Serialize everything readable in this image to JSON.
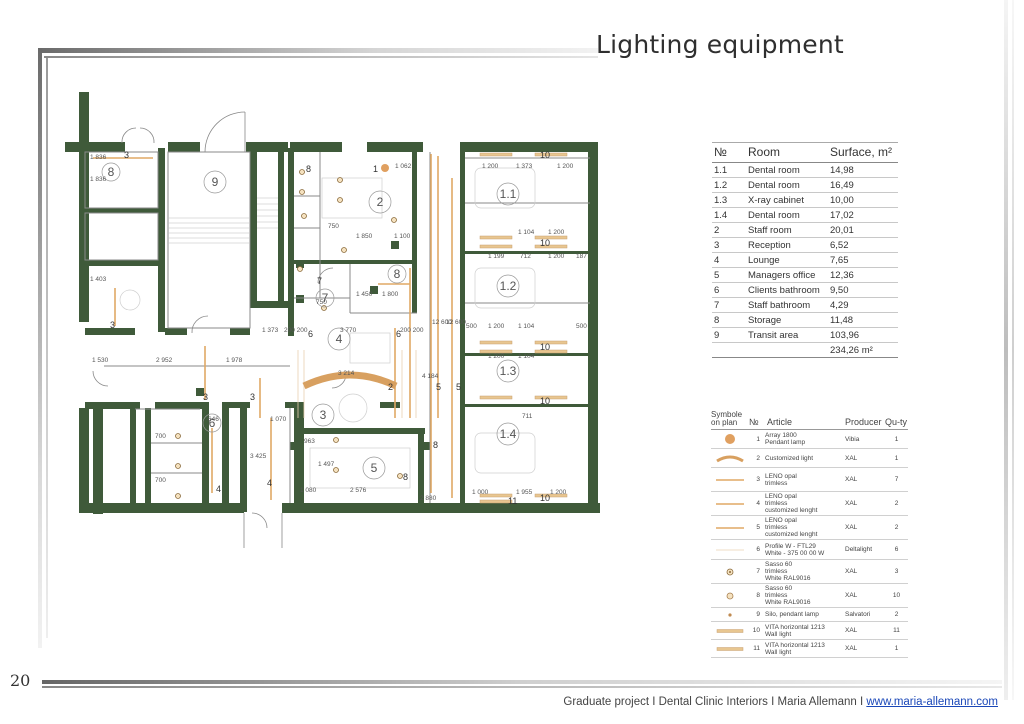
{
  "page": {
    "title": "Lighting equipment",
    "page_number": "20",
    "footer": {
      "text": "Graduate project  I Dental Clinic Interiors  I  Maria Allemann  I ",
      "link": "www.maria-allemann.com"
    }
  },
  "colors": {
    "wall": "#3f5a3a",
    "light": "#e0a865",
    "lamp": "#d8a060",
    "text": "#2b2b2b"
  },
  "plan": {
    "room_numbers": [
      "9",
      "8",
      "2",
      "1.1",
      "1.2",
      "1.3",
      "1.4",
      "3",
      "4",
      "5",
      "6",
      "7",
      "8"
    ],
    "fixture_labels": [
      "3",
      "8",
      "1",
      "10",
      "4",
      "5",
      "6",
      "7",
      "11",
      "2"
    ],
    "dimensions": [
      "1 836",
      "1 836",
      "1 062",
      "1 373",
      "1 200",
      "1 200",
      "1 104",
      "1 200",
      "1 199",
      "712",
      "1 200",
      "187",
      "1 850",
      "1 100",
      "1 450",
      "1 800",
      "1 403",
      "1 530",
      "2 952",
      "1 978",
      "1 373",
      "200 200",
      "3 770",
      "200 200",
      "500",
      "1 200",
      "1 104",
      "500",
      "1 200",
      "1 104",
      "3 214",
      "4 184",
      "12 600",
      "12 600",
      "963",
      "1 497",
      "1 080",
      "2 576",
      "750",
      "1 000",
      "1 955",
      "1 200",
      "711",
      "700",
      "700",
      "1 070",
      "646",
      "3 425",
      "750",
      "2 880"
    ]
  },
  "room_table": {
    "headers": [
      "№",
      "Room",
      "Surface, m²"
    ],
    "rows": [
      [
        "1.1",
        "Dental room",
        "14,98"
      ],
      [
        "1.2",
        "Dental room",
        "16,49"
      ],
      [
        "1.3",
        "X-ray cabinet",
        "10,00"
      ],
      [
        "1.4",
        "Dental room",
        "17,02"
      ],
      [
        "2",
        "Staff room",
        "20,01"
      ],
      [
        "3",
        "Reception",
        "6,52"
      ],
      [
        "4",
        "Lounge",
        "7,65"
      ],
      [
        "5",
        "Managers office",
        "12,36"
      ],
      [
        "6",
        "Clients bathroom",
        "9,50"
      ],
      [
        "7",
        "Staff bathroom",
        "4,29"
      ],
      [
        "8",
        "Storage",
        "11,48"
      ],
      [
        "9",
        "Transit area",
        "103,96"
      ]
    ],
    "total": "234,26 m²"
  },
  "equipment_table": {
    "headers": {
      "symbol": "Symbole on plan",
      "no": "№",
      "article": "Article",
      "producer": "Producer",
      "qty": "Qu-ty"
    },
    "rows": [
      {
        "symbol": "pendant-circle",
        "no": "1",
        "article": [
          "Array 1800",
          "Pendant lamp"
        ],
        "producer": "Vibia",
        "qty": "1"
      },
      {
        "symbol": "curved-bar",
        "no": "2",
        "article": [
          "Customized light"
        ],
        "producer": "XAL",
        "qty": "1"
      },
      {
        "symbol": "thin-line",
        "no": "3",
        "article": [
          "LENO opal",
          "trimless"
        ],
        "producer": "XAL",
        "qty": "7"
      },
      {
        "symbol": "thin-line",
        "no": "4",
        "article": [
          "LENO opal",
          "trimless",
          "customized lenght"
        ],
        "producer": "XAL",
        "qty": "2"
      },
      {
        "symbol": "thin-line",
        "no": "5",
        "article": [
          "LENO opal",
          "trimless",
          "customized lenght"
        ],
        "producer": "XAL",
        "qty": "2"
      },
      {
        "symbol": "hairline",
        "no": "6",
        "article": [
          "Profile W - FTL29",
          "White - 375 00 00 W"
        ],
        "producer": "Deltalight",
        "qty": "6"
      },
      {
        "symbol": "spot-ring",
        "no": "7",
        "article": [
          "Sasso 60",
          "trimless",
          "White RAL9016"
        ],
        "producer": "XAL",
        "qty": "3"
      },
      {
        "symbol": "spot-dot",
        "no": "8",
        "article": [
          "Sasso 60",
          "trimless",
          "White RAL9016"
        ],
        "producer": "XAL",
        "qty": "10"
      },
      {
        "symbol": "small-dot",
        "no": "9",
        "article": [
          "Silo, pendant lamp"
        ],
        "producer": "Salvatori",
        "qty": "2"
      },
      {
        "symbol": "wall-bar",
        "no": "10",
        "article": [
          "VITA horizontal 1213",
          "Wall light"
        ],
        "producer": "XAL",
        "qty": "11"
      },
      {
        "symbol": "wall-bar",
        "no": "11",
        "article": [
          "VITA horizontal 1213",
          "Wall light"
        ],
        "producer": "XAL",
        "qty": "1"
      }
    ]
  }
}
